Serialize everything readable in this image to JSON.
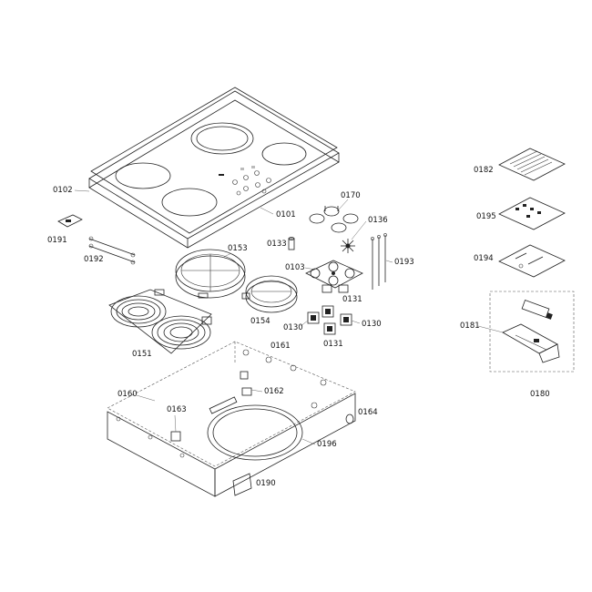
{
  "labels": {
    "l0102": "0102",
    "l0101": "0101",
    "l0170": "0170",
    "l0136": "0136",
    "l0191": "0191",
    "l0192": "0192",
    "l0153": "0153",
    "l0133": "0133",
    "l0103": "0103",
    "l0193": "0193",
    "l0131a": "0131",
    "l0131b": "0131",
    "l0130a": "0130",
    "l0130b": "0130",
    "l0154": "0154",
    "l0151": "0151",
    "l0161": "0161",
    "l0160": "0160",
    "l0162": "0162",
    "l0163": "0163",
    "l0164": "0164",
    "l0196": "0196",
    "l0190": "0190",
    "l0182": "0182",
    "l0195": "0195",
    "l0194": "0194",
    "l0181": "0181",
    "l0180": "0180"
  }
}
